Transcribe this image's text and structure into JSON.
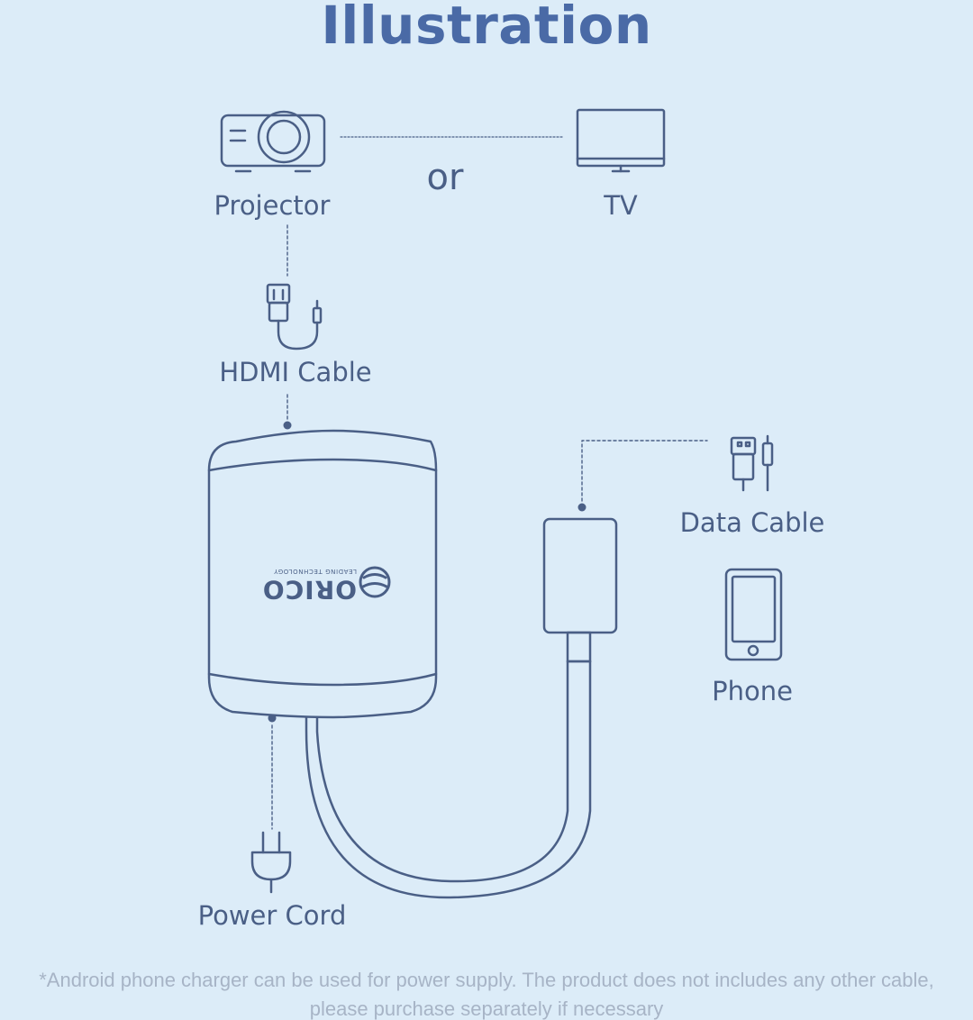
{
  "title": "Illustration",
  "connector_word": "or",
  "labels": {
    "projector": "Projector",
    "tv": "TV",
    "hdmi_cable": "HDMI Cable",
    "data_cable": "Data Cable",
    "phone": "Phone",
    "power_cord": "Power Cord"
  },
  "brand": {
    "name": "ORICO",
    "tagline": "LEADING TECHNOLOGY"
  },
  "footnote": {
    "line1": "*Android phone charger can be used for power supply. The product does not includes any other cable,",
    "line2": "please purchase separately if necessary"
  },
  "colors": {
    "background": "#dcecf8",
    "line": "#4a5f86",
    "title": "#4a6aa6",
    "footnote": "#a7b4c6"
  },
  "icons": [
    "projector-icon",
    "tv-icon",
    "hdmi-cable-icon",
    "data-cable-icon",
    "phone-icon",
    "power-plug-icon",
    "orico-logo-icon"
  ]
}
